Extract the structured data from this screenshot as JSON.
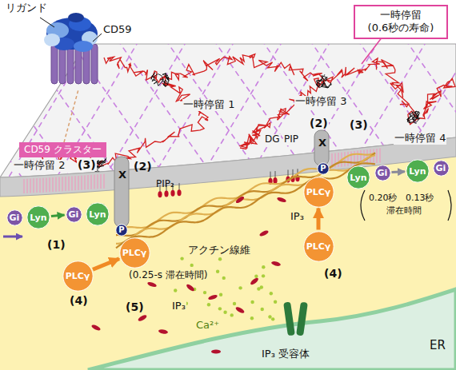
{
  "diagram": {
    "nodes": [
      {
        "text": [
          "CD59 クラスター"
        ]
      },
      {
        "text": [
          "一時停留 (0.6秒の寿命)"
        ]
      },
      {
        "text": [
          "Gi"
        ]
      },
      {
        "text": [
          "Lyn"
        ]
      },
      {
        "text": [
          "Gi"
        ]
      },
      {
        "text": [
          "Lyn"
        ]
      },
      {
        "text": [
          "PLCγ"
        ]
      },
      {
        "text": [
          "PLCγ"
        ]
      },
      {
        "text": [
          "P"
        ]
      },
      {
        "text": [
          "PLCγ"
        ]
      },
      {
        "text": [
          "P"
        ]
      },
      {
        "text": [
          "PLCγ"
        ]
      },
      {
        "text": [
          "Lyn"
        ]
      },
      {
        "text": [
          "Gi"
        ]
      },
      {
        "text": [
          "Lyn"
        ]
      },
      {
        "text": [
          "Gi"
        ]
      }
    ],
    "edges": [
      {
        "from": 3,
        "to": 4,
        "arrow": "to"
      },
      {
        "from": 6,
        "to": 7,
        "arrow": "to"
      },
      {
        "from": 11,
        "to": 9,
        "arrow": "to"
      },
      {
        "from": 13,
        "to": 14,
        "arrow": "to"
      }
    ],
    "labels": [
      "リガンド",
      "CD59",
      "一時停留 1",
      "一時停留 3",
      "(2)",
      "(3)",
      "DG",
      "PIP",
      "X",
      "一時停留 4",
      "一時停留 2",
      "(3)",
      "X",
      "(2)",
      "PIP₂",
      "(1)",
      "0.20秒",
      "0.13秒",
      "滞在時間",
      "IP₃",
      "アクチン線維",
      "(0.25-s 滞在時間)",
      "(4)",
      "(4)",
      "(5)",
      "IP₃",
      "Ca²⁺",
      "IP₃ 受容体",
      "ER"
    ]
  }
}
